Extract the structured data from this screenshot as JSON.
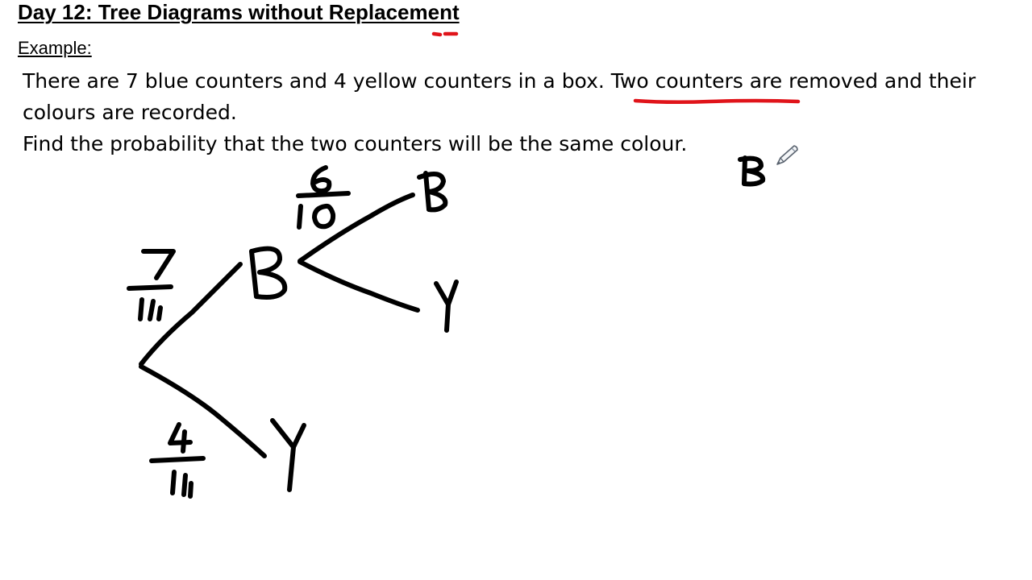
{
  "title": "Day 12: Tree Diagrams without Replacement",
  "example_label": "Example:",
  "problem": {
    "line1": "There are 7 blue counters and 4 yellow counters in a box. Two counters are removed and their",
    "line2": "colours are recorded.",
    "line3": "Find the probability that the two counters will be the same colour."
  },
  "ink_colors": {
    "pen": "#000000",
    "highlight": "#e0141a"
  },
  "cursor_icon": "pencil-icon"
}
